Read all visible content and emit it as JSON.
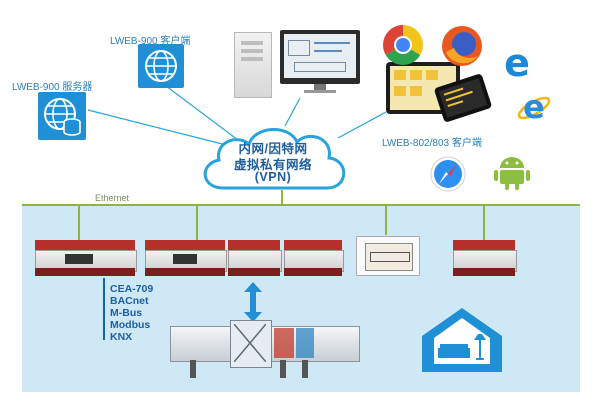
{
  "labels": {
    "server": "LWEB-900 服务器",
    "client900": "LWEB-900 客户端",
    "client802": "LWEB-802/803 客户端",
    "ethernet": "Ethernet"
  },
  "cloud": {
    "line1": "内网/因特网",
    "line2": "虚拟私有网络",
    "line3": "(VPN)"
  },
  "protocols": [
    "CEA-709",
    "BACnet",
    "M-Bus",
    "Modbus",
    "KNX"
  ],
  "icons": {
    "server": "globe-database-icon",
    "client900": "globe-icon",
    "browsers": [
      "chrome-icon",
      "firefox-icon",
      "edge-icon",
      "internet-explorer-icon",
      "safari-icon",
      "android-icon"
    ],
    "home": "home-sofa-lamp-icon"
  },
  "colors": {
    "accent": "#1f8fd6",
    "cloud_stroke": "#29a3dc",
    "network_line": "#8fb63a",
    "lan_background": "#cfe8f5",
    "label_text": "#2c7fb8"
  }
}
